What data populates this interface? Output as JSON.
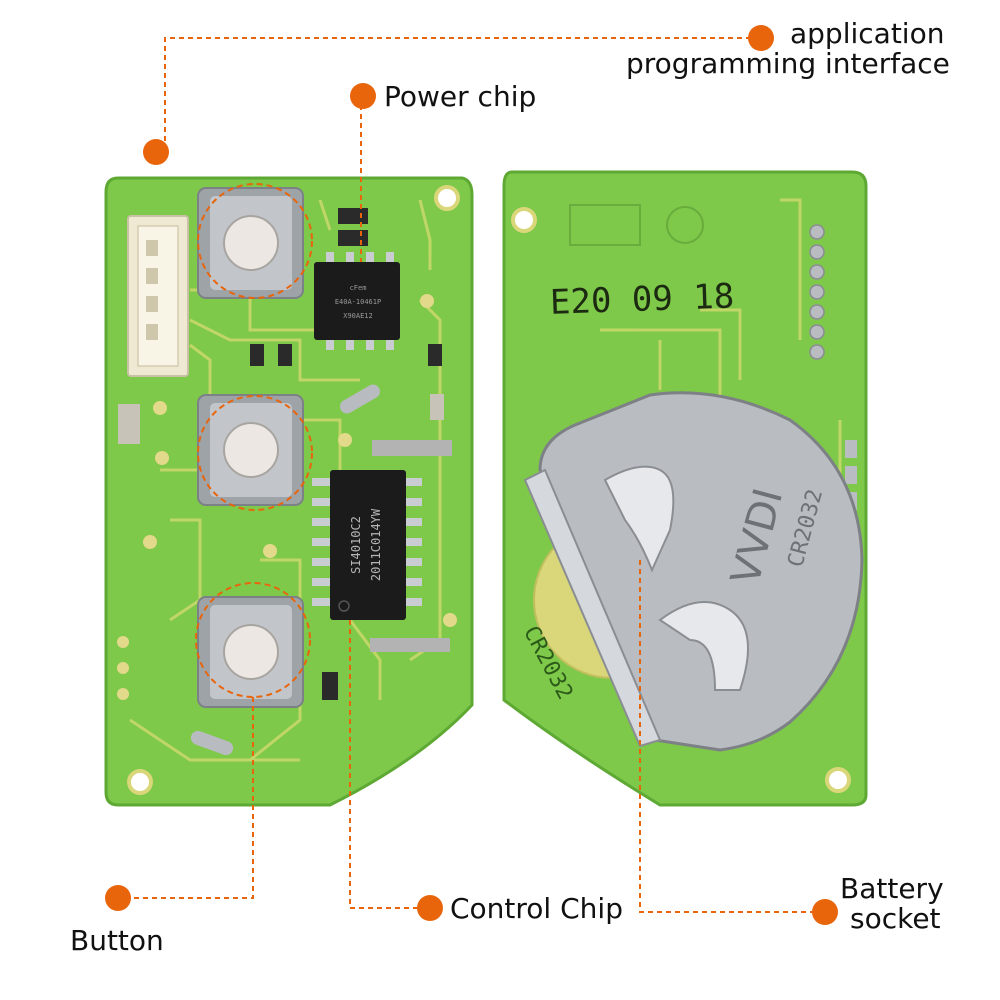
{
  "colors": {
    "accent": "#e8650c",
    "pcb_green": "#7ec84a",
    "pcb_yellow": "#d9d77a",
    "chip_black": "#1b1b1b",
    "metal": "#b9bcc1"
  },
  "callouts": {
    "api_line1": "application",
    "api_line2": "programming interface",
    "power_chip": "Power chip",
    "button": "Button",
    "control_chip": "Control Chip",
    "battery_line1": "Battery",
    "battery_line2": "socket"
  },
  "board_markings": {
    "date_code": "E20 09 18",
    "battery_silk": "CR2032",
    "holder_text": "CR2032",
    "holder_brand": "VVDI",
    "power_chip_line1": "cFem",
    "power_chip_line2": "E40A-10461P",
    "power_chip_line3": "X90AE12",
    "control_chip_line1": "SI4010C2",
    "control_chip_line2": "2011C014YW"
  }
}
